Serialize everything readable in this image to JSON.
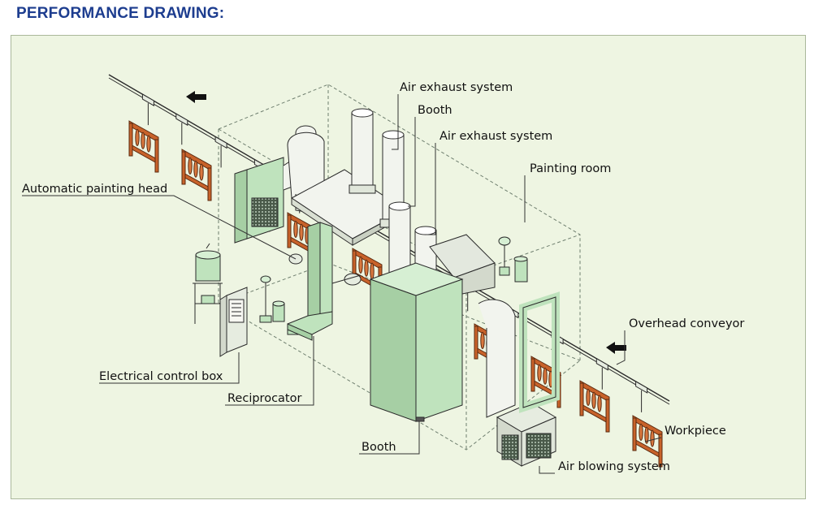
{
  "page": {
    "title": "PERFORMANCE DRAWING:"
  },
  "labels": {
    "air_exhaust_system_1": "Air exhaust system",
    "booth_top": "Booth",
    "air_exhaust_system_2": "Air exhaust system",
    "painting_room": "Painting room",
    "automatic_painting_head": "Automatic painting head",
    "overhead_conveyor": "Overhead conveyor",
    "electrical_control_box": "Electrical control box",
    "reciprocator": "Reciprocator",
    "workpiece": "Workpiece",
    "booth_bottom": "Booth",
    "air_blowing_system": "Air blowing system"
  },
  "colors": {
    "title": "#1d3d8f",
    "panel_background": "#eef5e2",
    "equipment_green": "#bfe3bd",
    "equipment_light": "#f2f4ee",
    "workpiece_orange": "#c8622a",
    "outline": "#2a2a2a"
  },
  "icons": {
    "conveyor_arrow": "arrow-left-icon"
  }
}
